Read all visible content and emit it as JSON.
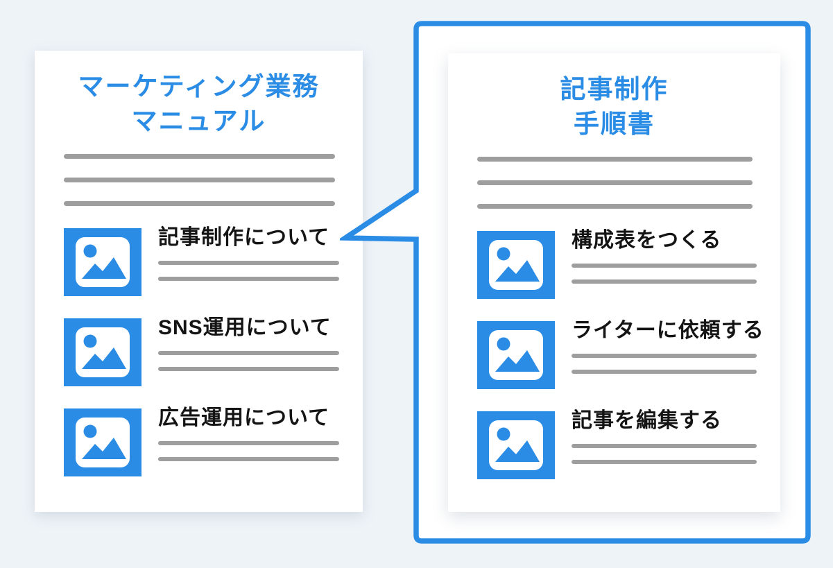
{
  "colors": {
    "background": "#EEF3F8",
    "accent_blue": "#2A8CE4",
    "line_gray": "#9E9E9E",
    "text_black": "#141414",
    "card_white": "#FFFFFF"
  },
  "left_document": {
    "title_line1": "マーケティング業務",
    "title_line2": "マニュアル",
    "items": [
      {
        "label": "記事制作について"
      },
      {
        "label": "SNS運用について"
      },
      {
        "label": "広告運用について"
      }
    ]
  },
  "right_document": {
    "title_line1": "記事制作",
    "title_line2": "手順書",
    "items": [
      {
        "label": "構成表をつくる"
      },
      {
        "label": "ライターに依頼する"
      },
      {
        "label": "記事を編集する"
      }
    ]
  }
}
